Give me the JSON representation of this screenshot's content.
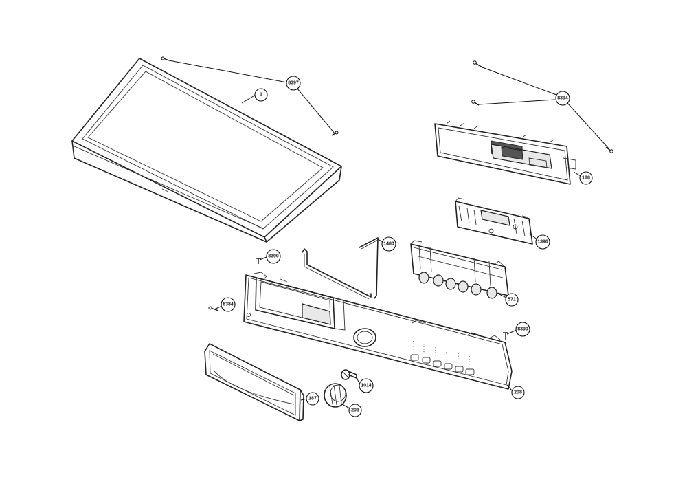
{
  "callouts": {
    "top_cover": "1",
    "screw_top": "8397",
    "screws_board": "8394",
    "control_board": "188",
    "display_holder": "1396",
    "button_frame": "571",
    "rod": "1480",
    "screw_panel_upper_left": "8390",
    "screw_panel_left": "8384",
    "screw_panel_right": "8390",
    "control_panel": "208",
    "knob_shaft": "1014",
    "drawer_front": "187",
    "knob": "203"
  }
}
